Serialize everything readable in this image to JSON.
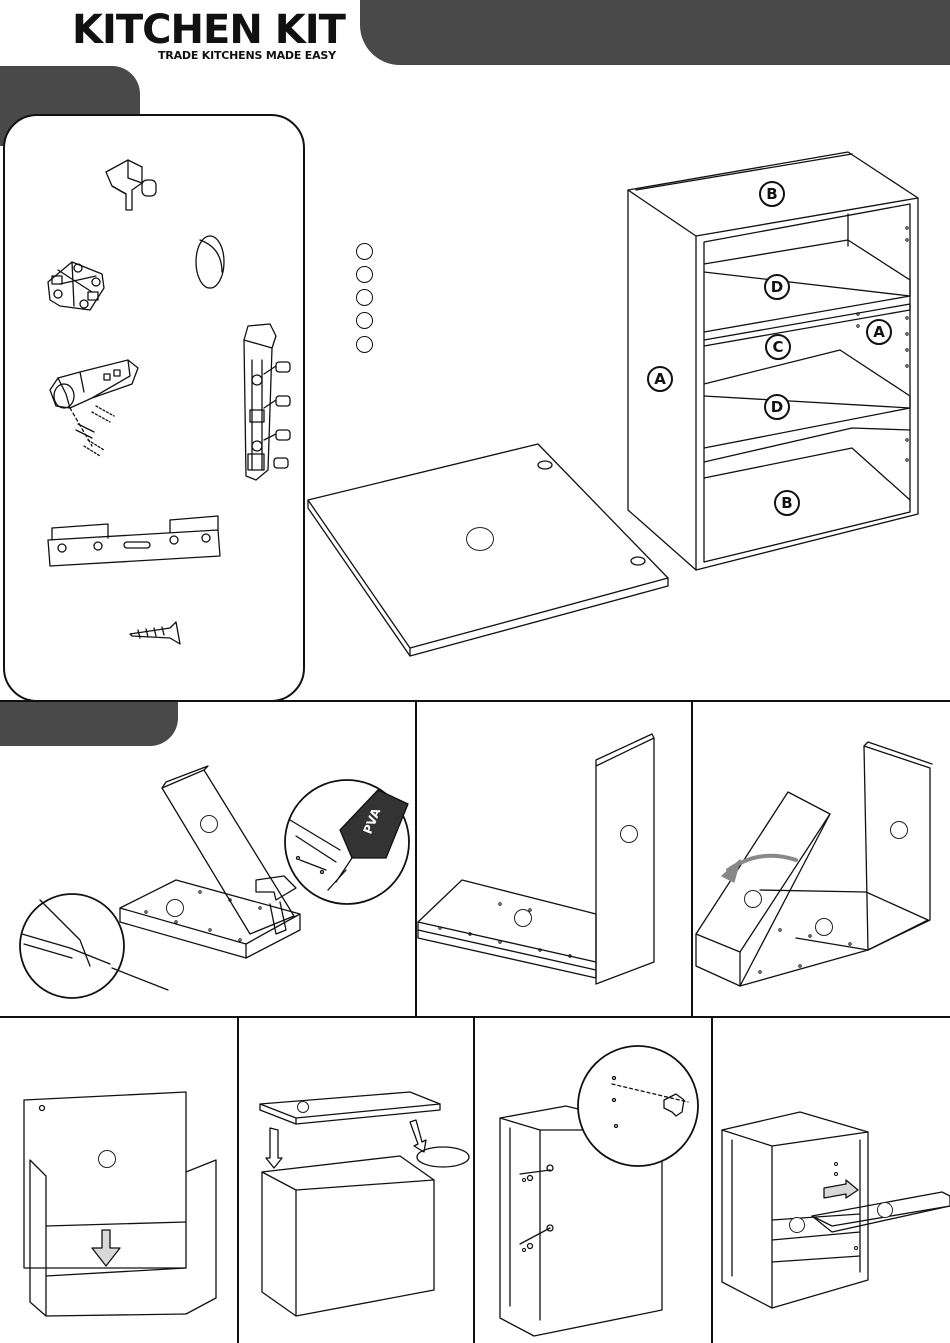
{
  "brand": {
    "name": "KITCHEN KIT",
    "tagline": "TRADE KITCHENS   MADE EASY"
  },
  "parts": {
    "top_label": "B",
    "bottom_label": "B",
    "side_left_label": "A",
    "side_right_label": "A",
    "shelf_upper_label": "D",
    "shelf_lower_label": "D",
    "fixed_shelf_label": "C"
  },
  "step1": {
    "glue_label": "PVA"
  },
  "colors": {
    "dark_bar": "#4a4949",
    "line": "#111111"
  },
  "icons": [
    "shelf-pin-icon",
    "cover-cap-icon",
    "mounting-plate-icon",
    "hinge-icon",
    "hanging-bracket-icon",
    "hanging-rail-icon",
    "screw-icon"
  ]
}
